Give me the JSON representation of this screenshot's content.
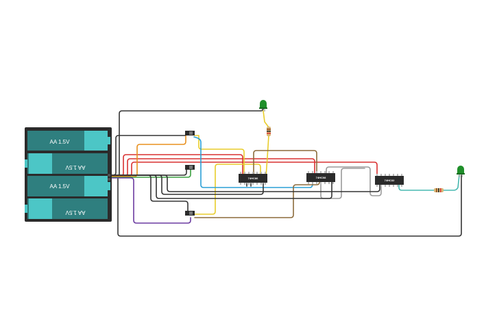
{
  "battery_pack": {
    "cells": [
      {
        "label": "AA 1.5V",
        "flipped": false
      },
      {
        "label": "AA 1.5V",
        "flipped": true
      },
      {
        "label": "AA 1.5V",
        "flipped": false
      },
      {
        "label": "AA 1.5V",
        "flipped": true
      }
    ]
  },
  "chips": [
    {
      "label": "74HC86"
    },
    {
      "label": "74HC08"
    },
    {
      "label": "74HC32"
    }
  ],
  "colors": {
    "battery_body": "#2b2b2b",
    "battery_cell": "#2f7f7f",
    "battery_cap": "#4cc6c6",
    "chip": "#2b2b2b",
    "led": "#1f8f2a",
    "resistor": "#d9b879",
    "wire_black": "#333333",
    "wire_red": "#d93030",
    "wire_orange": "#e8901e",
    "wire_yellow": "#e8cc2a",
    "wire_blue": "#2a9fd6",
    "wire_green": "#3aa040",
    "wire_brown": "#8b6a3a",
    "wire_gray": "#9a9a9a",
    "wire_purple": "#6a3aa0",
    "wire_teal": "#46b8b0"
  }
}
